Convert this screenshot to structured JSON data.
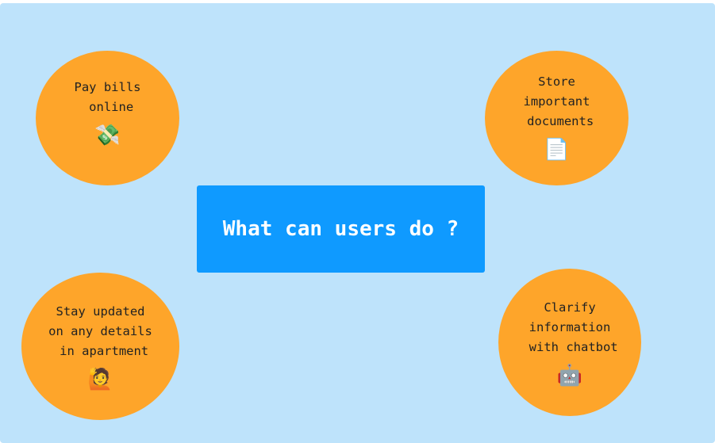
{
  "center": {
    "title": "What can users do ?"
  },
  "bubbles": [
    {
      "text": "Pay bills\n online",
      "emoji": "💸",
      "icon": "money-with-wings-icon"
    },
    {
      "text": "Store\nimportant\n documents",
      "emoji": "📄",
      "icon": "document-icon"
    },
    {
      "text": "Stay updated\non any details\n in apartment",
      "emoji": "🙋",
      "icon": "person-raising-hand-icon"
    },
    {
      "text": "Clarify\ninformation\n with chatbot",
      "emoji": "🤖",
      "icon": "robot-icon"
    }
  ],
  "colors": {
    "background": "#bee3fb",
    "center": "#0f9aff",
    "bubble": "#fea52a"
  }
}
